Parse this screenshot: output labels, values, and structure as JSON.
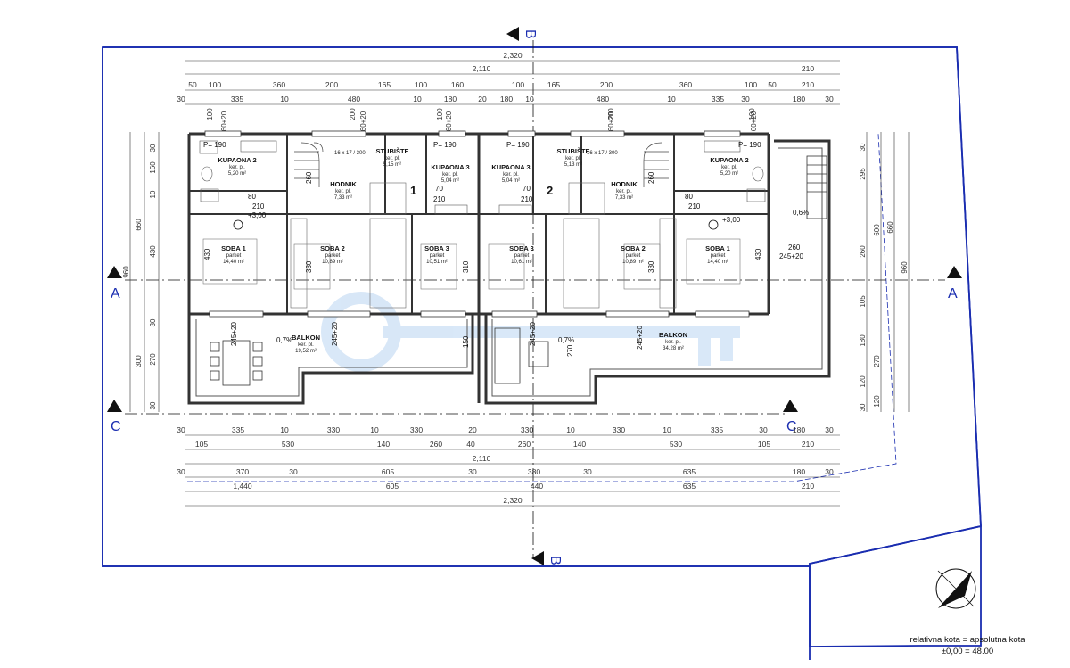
{
  "sections": {
    "a": "A",
    "b": "B",
    "c": "C"
  },
  "units": {
    "one": "1",
    "two": "2"
  },
  "note": {
    "line1": "relativna kota = apsolutna kota",
    "line2": "±0,00 = 48.00"
  },
  "dims": {
    "top_total": "2,320",
    "top_inner": "2,110",
    "top_right": "210",
    "top_row1": [
      "50",
      "100",
      "360",
      "200",
      "165",
      "100",
      "160",
      "100",
      "165",
      "200",
      "360",
      "100",
      "50"
    ],
    "top_row1_end": "210",
    "top_row2": [
      "30",
      "335",
      "10",
      "480",
      "10",
      "180",
      "20",
      "180",
      "10",
      "480",
      "10",
      "335",
      "30"
    ],
    "top_row2_end": "180",
    "top_row2_end2": "30",
    "openings": [
      "100",
      "60+20",
      "200",
      "60+20",
      "100",
      "60+20",
      "200",
      "60+20",
      "100",
      "60+20"
    ],
    "bot_row1": [
      "30",
      "335",
      "10",
      "330",
      "10",
      "330",
      "20",
      "330",
      "10",
      "330",
      "10",
      "335",
      "30"
    ],
    "bot_row1_end": "180",
    "bot_row1_end2": "30",
    "bot_row2": [
      "105",
      "530",
      "140",
      "260",
      "40",
      "260",
      "140",
      "530",
      "105"
    ],
    "bot_row2_end": "210",
    "bot_inner": "2,110",
    "bot_row3": [
      "30",
      "370",
      "30",
      "605",
      "30",
      "380",
      "30",
      "635"
    ],
    "bot_row3_end": "180",
    "bot_row3_end2": "30",
    "bot_row4": [
      "1,440",
      "605",
      "440",
      "635"
    ],
    "bot_row4_end": "210",
    "bot_total": "2,320",
    "left_col1": [
      "30",
      "160",
      "10",
      "430",
      "30",
      "270",
      "30"
    ],
    "left_col2": [
      "660",
      "300"
    ],
    "left_total": "960",
    "right_col1": [
      "30",
      "295",
      "260",
      "105",
      "180",
      "120",
      "30"
    ],
    "right_col2": [
      "600",
      "270",
      "120"
    ],
    "right_col3": [
      "660",
      "960"
    ]
  },
  "rooms": [
    {
      "name": "KUPAONA 2",
      "finish": "ker. pl.",
      "area": "5,20 m²"
    },
    {
      "name": "HODNIK",
      "finish": "ker. pl.",
      "area": "7,33 m²"
    },
    {
      "name": "STUBIŠTE",
      "finish": "ker. pl.",
      "area": "5,15 m²"
    },
    {
      "name": "KUPAONA 3",
      "finish": "ker. pl.",
      "area": "5,04 m²"
    },
    {
      "name": "SOBA 1",
      "finish": "parket",
      "area": "14,40 m²"
    },
    {
      "name": "SOBA 2",
      "finish": "parket",
      "area": "10,89 m²"
    },
    {
      "name": "SOBA 3",
      "finish": "parket",
      "area": "10,51 m²"
    },
    {
      "name": "BALKON",
      "finish": "ker. pl.",
      "area": "19,52 m²"
    },
    {
      "name": "KUPAONA 3",
      "finish": "ker. pl.",
      "area": "5,04 m²"
    },
    {
      "name": "STUBIŠTE",
      "finish": "ker. pl.",
      "area": "5,13 m²"
    },
    {
      "name": "HODNIK",
      "finish": "ker. pl.",
      "area": "7,33 m²"
    },
    {
      "name": "KUPAONA 2",
      "finish": "ker. pl.",
      "area": "5,20 m²"
    },
    {
      "name": "SOBA 3",
      "finish": "parket",
      "area": "10,61 m²"
    },
    {
      "name": "SOBA 2",
      "finish": "parket",
      "area": "10,89 m²"
    },
    {
      "name": "SOBA 1",
      "finish": "parket",
      "area": "14,40 m²"
    },
    {
      "name": "BALKON",
      "finish": "ker. pl.",
      "area": "34,28 m²"
    }
  ],
  "labels": {
    "p190": "P= 190",
    "level": "+3,00",
    "slope": "0,7%",
    "slope2": "0,6%",
    "stair_steps": "16 x 17 / 300",
    "d80": "80",
    "d70": "70",
    "d210": "210",
    "d260": "260",
    "d245": "245+20",
    "d330": "330",
    "d430": "430",
    "d310": "310",
    "d150": "150",
    "d270": "270"
  },
  "colors": {
    "boundary": "#1a2db0",
    "wall": "#333333",
    "watermark": "#2f7fd8"
  }
}
